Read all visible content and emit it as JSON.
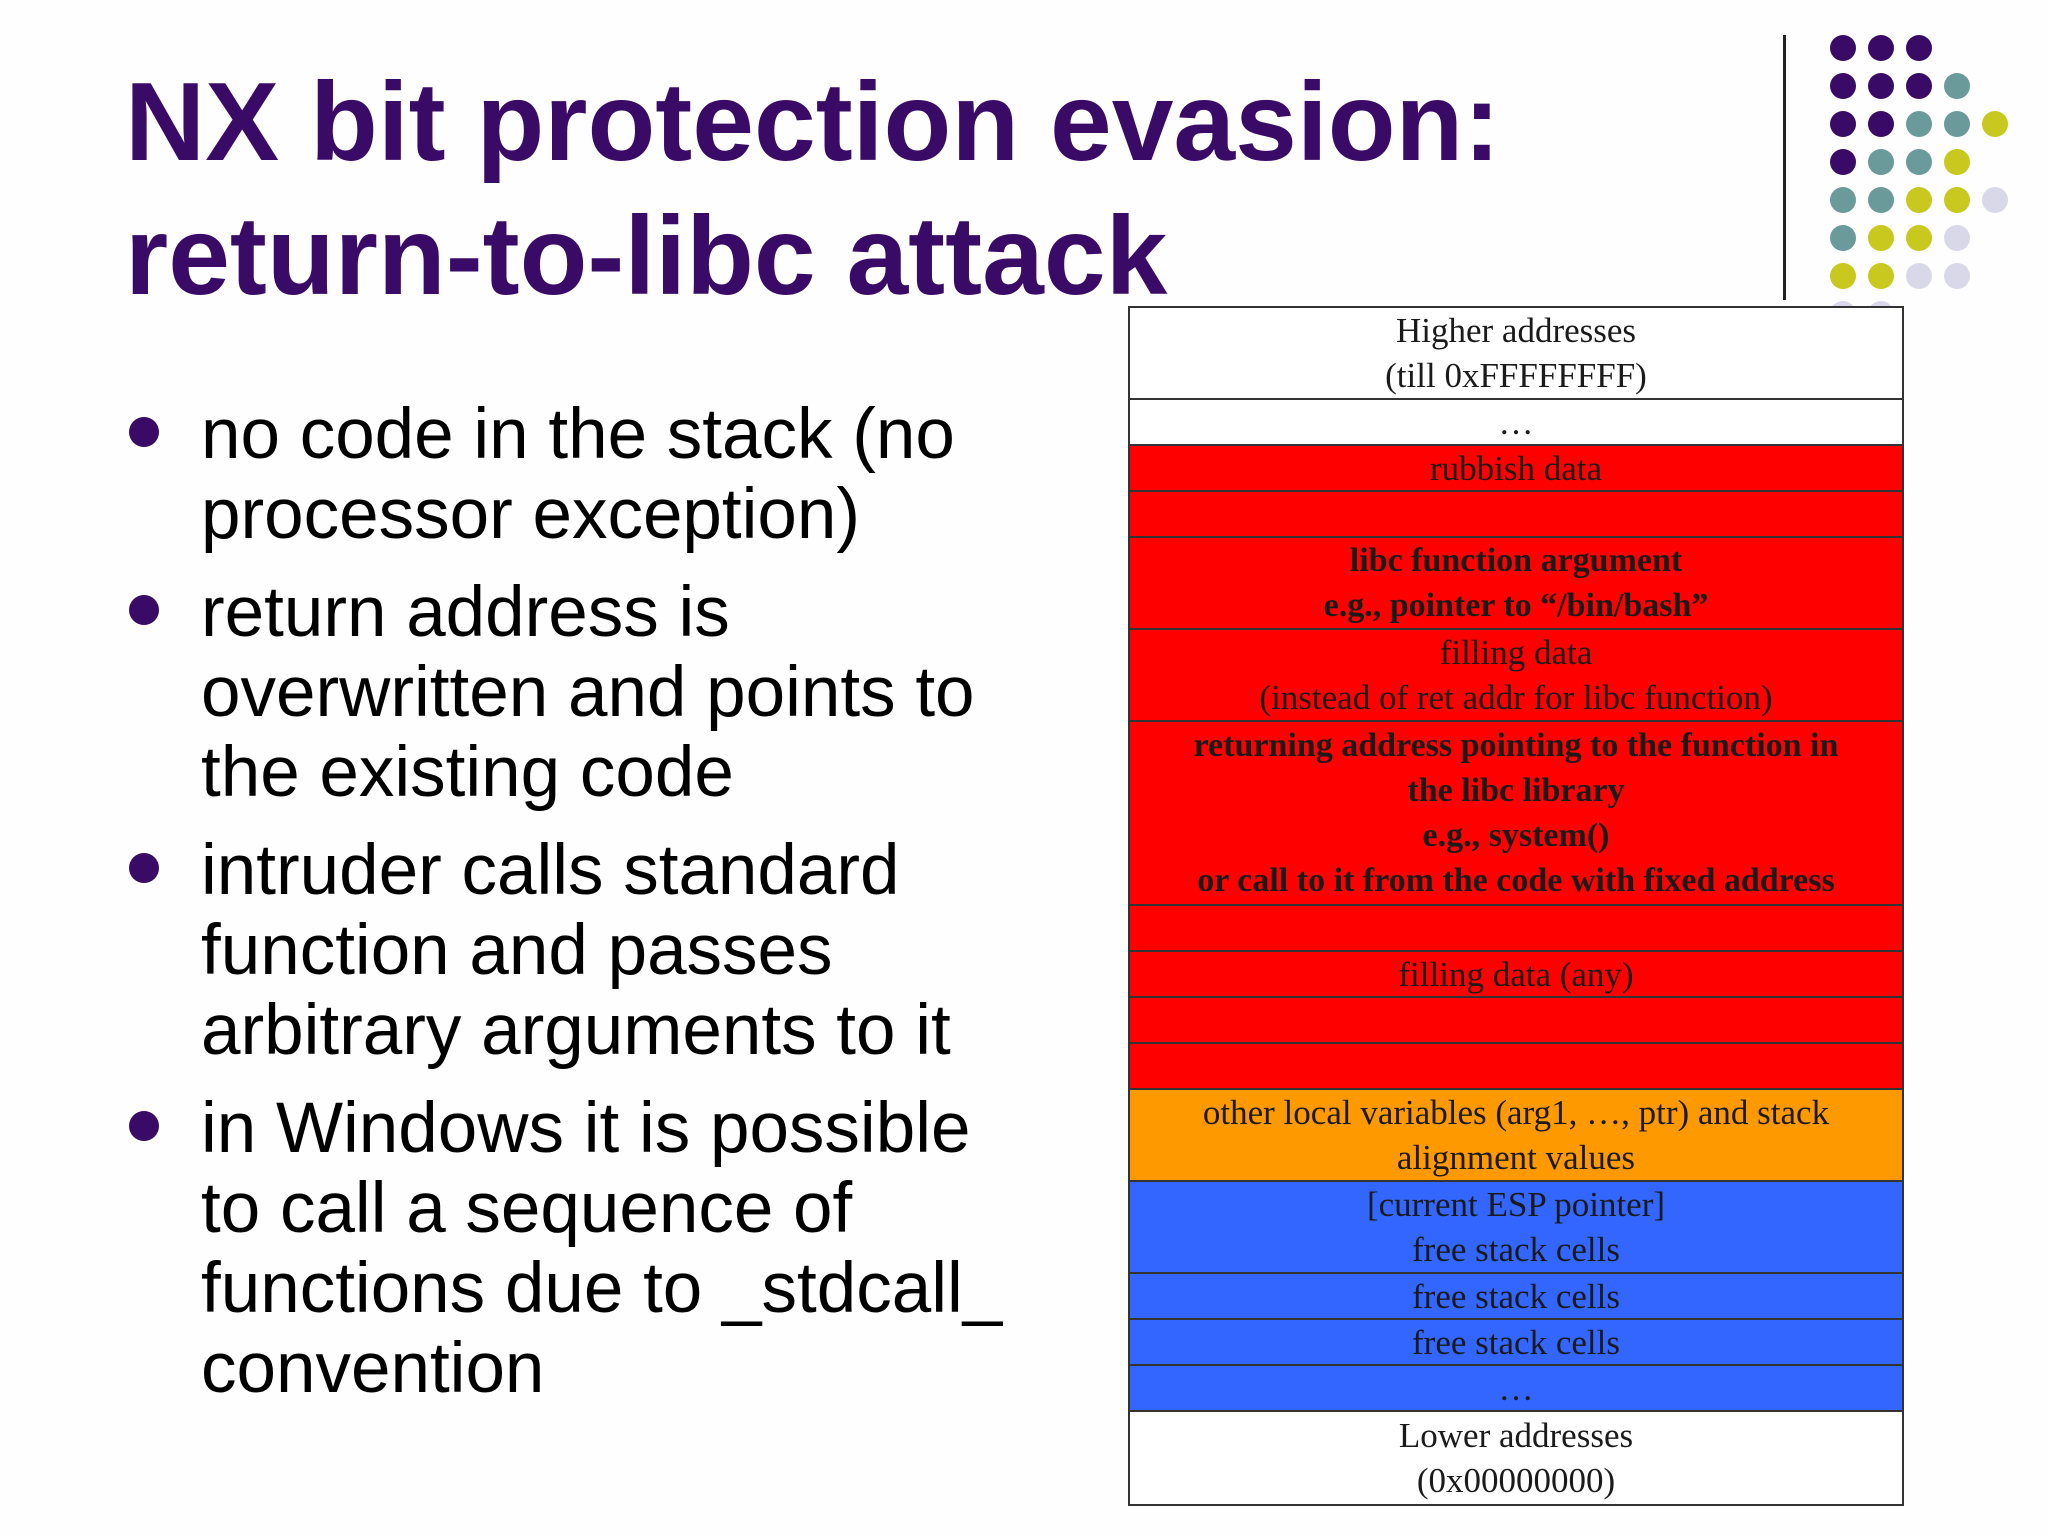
{
  "title": {
    "line1": "NX bit protection evasion:",
    "line2": "return-to-libc attack"
  },
  "bullets": [
    {
      "lines": [
        "no code in the stack (no",
        "processor exception)"
      ]
    },
    {
      "lines": [
        "return address is",
        "overwritten and points to",
        "the existing code"
      ]
    },
    {
      "lines": [
        "intruder calls standard",
        "function and passes",
        "arbitrary arguments to it"
      ]
    },
    {
      "lines": [
        "in Windows it is possible",
        "to call a sequence of",
        "functions due to _stdcall_",
        "convention"
      ]
    }
  ],
  "colors": {
    "title": "#3a0b66",
    "bullet": "#3a0b66",
    "red": "#ff0000",
    "orange": "#ff9900",
    "blue": "#3366ff",
    "white": "#ffffff",
    "dot_purple": "#3a0b66",
    "dot_teal": "#6a9a9a",
    "dot_yellow": "#c8c81e",
    "dot_lavender": "#d8d8e8"
  },
  "stack": [
    {
      "lines": [
        "Higher addresses",
        "(till 0xFFFFFFFF)"
      ],
      "color": "white",
      "size": "h2"
    },
    {
      "lines": [
        "…"
      ],
      "color": "white",
      "size": "h1"
    },
    {
      "lines": [
        "rubbish data"
      ],
      "color": "red",
      "size": "h1"
    },
    {
      "lines": [
        ""
      ],
      "color": "red",
      "size": "h1"
    },
    {
      "lines": [
        "libc function argument",
        "e.g., pointer to “/bin/bash”"
      ],
      "color": "red",
      "size": "h2",
      "bold": true
    },
    {
      "lines": [
        "filling data",
        "(instead of ret addr for libc function)"
      ],
      "color": "red",
      "size": "h2"
    },
    {
      "lines": [
        "returning address pointing to the function in",
        "the libc library",
        "e.g., system()",
        "or call to it from the code with fixed address"
      ],
      "color": "red",
      "size": "h4",
      "bold": true
    },
    {
      "lines": [
        ""
      ],
      "color": "red",
      "size": "h1"
    },
    {
      "lines": [
        "filling data (any)"
      ],
      "color": "red",
      "size": "h1"
    },
    {
      "lines": [
        ""
      ],
      "color": "red",
      "size": "h1"
    },
    {
      "lines": [
        ""
      ],
      "color": "red",
      "size": "h1"
    },
    {
      "lines": [
        "other local variables (arg1, …, ptr) and stack",
        "alignment values"
      ],
      "color": "orange",
      "size": "h2"
    },
    {
      "lines": [
        "[current ESP pointer]",
        "free stack cells"
      ],
      "color": "blue",
      "size": "h2"
    },
    {
      "lines": [
        "free stack cells"
      ],
      "color": "blue",
      "size": "h1"
    },
    {
      "lines": [
        "free stack cells"
      ],
      "color": "blue",
      "size": "h1"
    },
    {
      "lines": [
        "…"
      ],
      "color": "blue",
      "size": "h1"
    },
    {
      "lines": [
        "Lower addresses",
        "(0x00000000)"
      ],
      "color": "white",
      "size": "h2"
    }
  ],
  "decor_dots": [
    [
      "dot_purple",
      "dot_purple",
      "dot_purple"
    ],
    [
      "dot_purple",
      "dot_purple",
      "dot_purple",
      "dot_teal"
    ],
    [
      "dot_purple",
      "dot_purple",
      "dot_teal",
      "dot_teal",
      "dot_yellow"
    ],
    [
      "dot_purple",
      "dot_teal",
      "dot_teal",
      "dot_yellow"
    ],
    [
      "dot_teal",
      "dot_teal",
      "dot_yellow",
      "dot_yellow",
      "dot_lavender"
    ],
    [
      "dot_teal",
      "dot_yellow",
      "dot_yellow",
      "dot_lavender"
    ],
    [
      "dot_yellow",
      "dot_yellow",
      "dot_lavender",
      "dot_lavender"
    ],
    [
      "dot_lavender",
      "dot_lavender"
    ]
  ]
}
